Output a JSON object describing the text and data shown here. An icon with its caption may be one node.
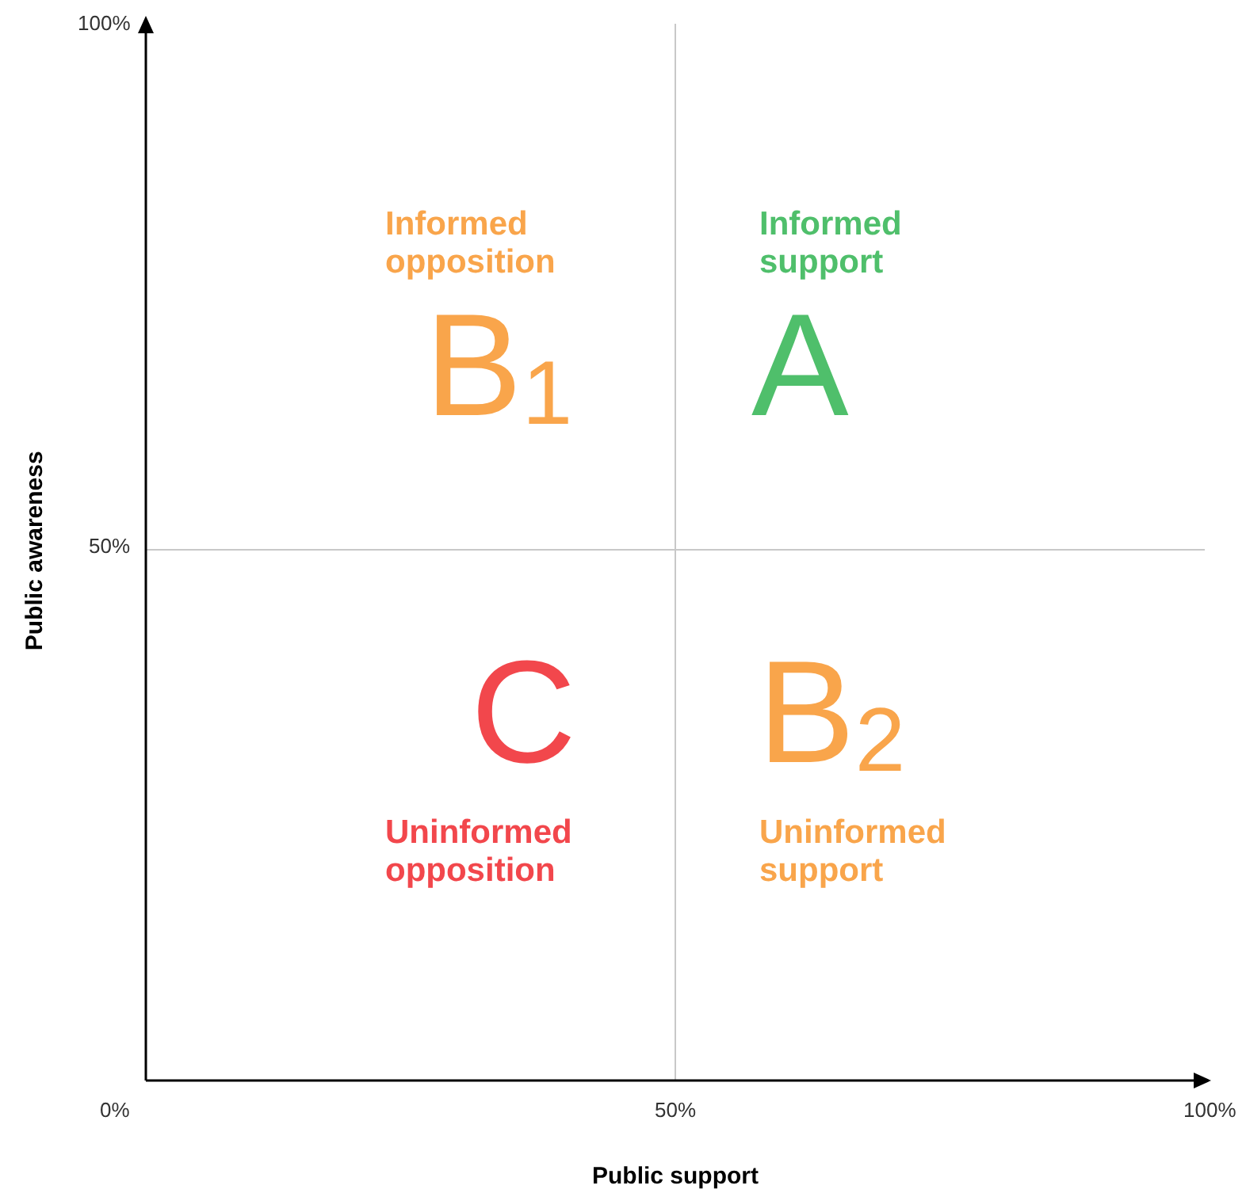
{
  "diagram": {
    "labels": [
      "100%",
      "Informed opposition",
      "Informed support",
      "B$_{1}$",
      "A",
      "50%",
      "C",
      "B$_{2}$",
      "Uninformed opposition",
      "Uninformed support",
      "0%",
      "50%",
      "100%",
      "Public awareness",
      "Public support"
    ]
  }
}
